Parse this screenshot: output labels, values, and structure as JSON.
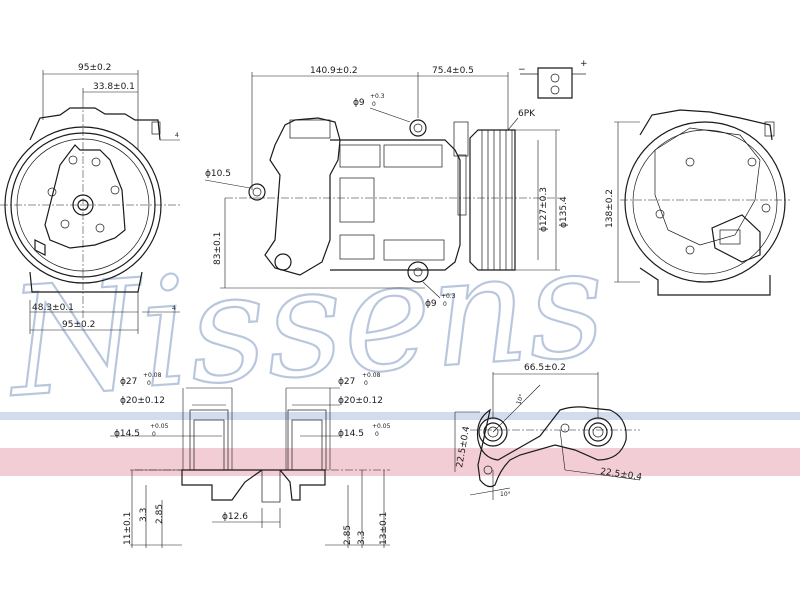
{
  "watermark": {
    "text": "Nissens",
    "color": "#b9c7de"
  },
  "stripes": {
    "blue": "#d2dced",
    "red": "#f3cdd5"
  },
  "front_view": {
    "dim_top_total": "95±0.2",
    "dim_top_hub": "33.8±0.1",
    "dim_bottom_offset": "48.3±0.1",
    "dim_bottom_total": "95±0.2",
    "ref_top": "4",
    "ref_bottom": "4"
  },
  "side_view": {
    "dim_length": "140.9±0.2",
    "dim_pulley_offset": "75.4±0.5",
    "dim_hole_top": "ϕ9",
    "dim_hole_top_tol": "+0.3",
    "dim_hole_top_tol2": "0",
    "dim_hole_left": "ϕ10.5",
    "dim_height": "83±0.1",
    "dim_hole_bottom": "ϕ9",
    "dim_hole_bottom_tol": "+0.3",
    "dim_hole_bottom_tol2": "0",
    "belt": "6PK",
    "dim_pulley_inner": "ϕ127±0.3",
    "dim_pulley_outer": "ϕ135.4",
    "connector_minus": "−",
    "connector_plus": "+"
  },
  "rear_view": {
    "dim_height": "138±0.2"
  },
  "port_section": {
    "d27_left": "ϕ27",
    "d27_left_tol": "+0.08",
    "d27_left_tol2": "0",
    "d20_left": "ϕ20±0.12",
    "d14_left": "ϕ14.5",
    "d14_left_tol": "+0.05",
    "d14_left_tol2": "0",
    "d27_right": "ϕ27",
    "d27_right_tol": "+0.08",
    "d27_right_tol2": "0",
    "d20_right": "ϕ20±0.12",
    "d14_right": "ϕ14.5",
    "d14_right_tol": "+0.05",
    "d14_right_tol2": "0",
    "d12": "ϕ12.6",
    "h11": "11±0.1",
    "h3_3_left": "3.3",
    "h2_85_left": "2.85",
    "h2_85_right": "2.85",
    "h3_3_right": "3.3",
    "h13": "13±0.1"
  },
  "manifold_view": {
    "dim_spacing": "66.5±0.2",
    "angle_top": "10°",
    "angle_bottom": "10°",
    "dim_left": "22.5±0.4",
    "dim_right": "22.5±0.4"
  }
}
